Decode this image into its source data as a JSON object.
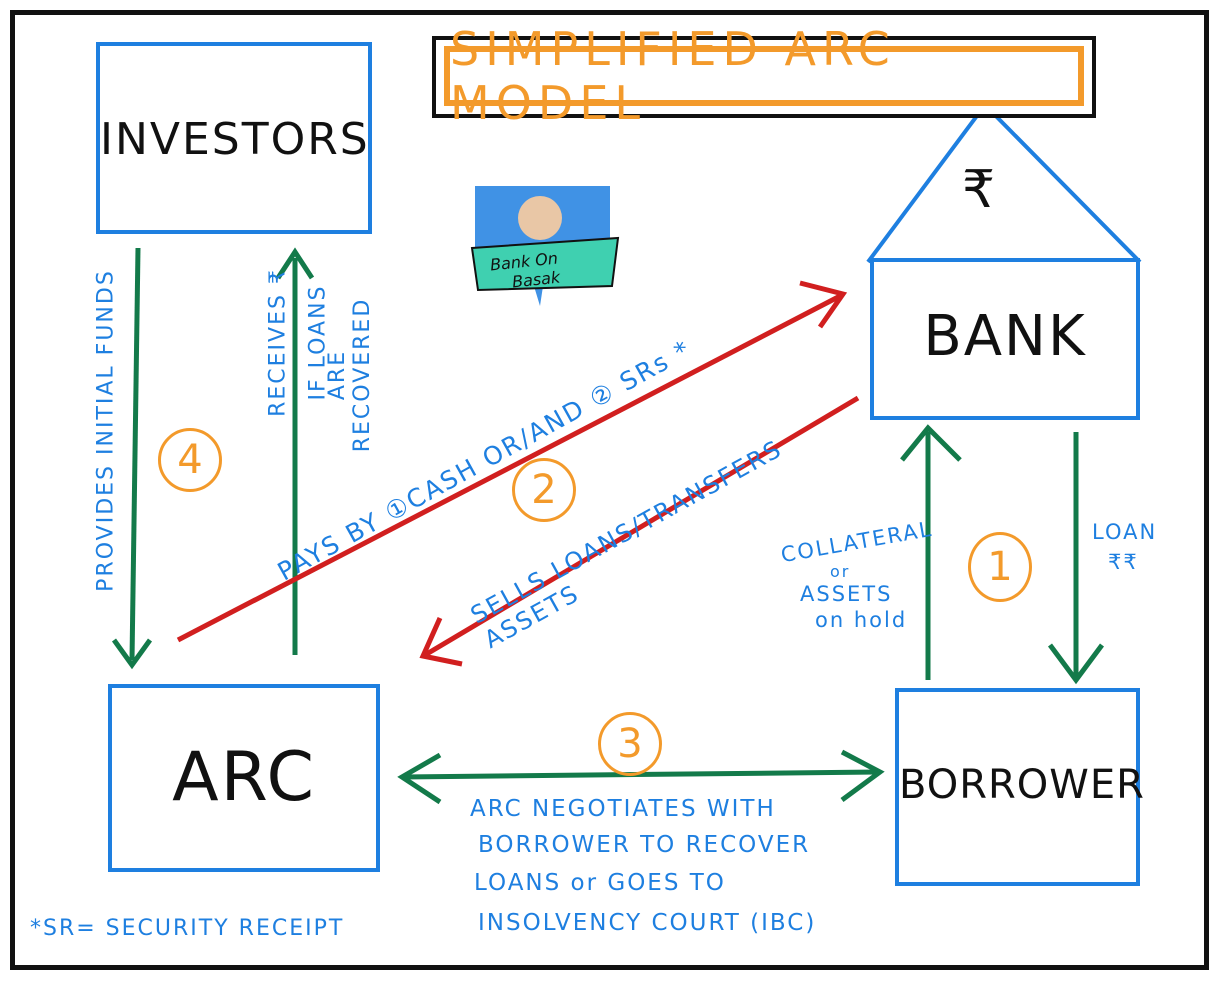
{
  "title": "SIMPLIFIED ARC MODEL",
  "nodes": {
    "investors": "INVESTORS",
    "bank": "BANK",
    "arc": "ARC",
    "borrower": "BORROWER",
    "bank_symbol": "₹"
  },
  "labels": {
    "provides_funds": "PROVIDES INITIAL FUNDS",
    "receives_1": "RECEIVES ₹",
    "receives_2": "IF LOANS",
    "receives_3": "ARE RECOVERED",
    "pays": "PAYS BY ①CASH OR/AND ② SRs *",
    "sells": "SELLS LOANS/TRANSFERS ASSETS",
    "collateral_1": "COLLATERAL",
    "collateral_2": "or",
    "collateral_3": "ASSETS",
    "collateral_4": "on hold",
    "loan_1": "LOAN",
    "loan_2": "₹₹",
    "negotiates_1": "ARC NEGOTIATES WITH",
    "negotiates_2": "BORROWER TO RECOVER",
    "negotiates_3": "LOANS or GOES TO",
    "negotiates_4": "INSOLVENCY COURT (IBC)",
    "footnote": "*SR= SECURITY RECEIPT"
  },
  "steps": {
    "one": "1",
    "two": "2",
    "three": "3",
    "four": "4"
  },
  "logo": {
    "line1": "Bank On",
    "line2": "Basak"
  },
  "colors": {
    "box_blue": "#1e7fe0",
    "arrow_green": "#137a4a",
    "arrow_red": "#d11f1f",
    "accent_orange": "#f39a2b"
  }
}
